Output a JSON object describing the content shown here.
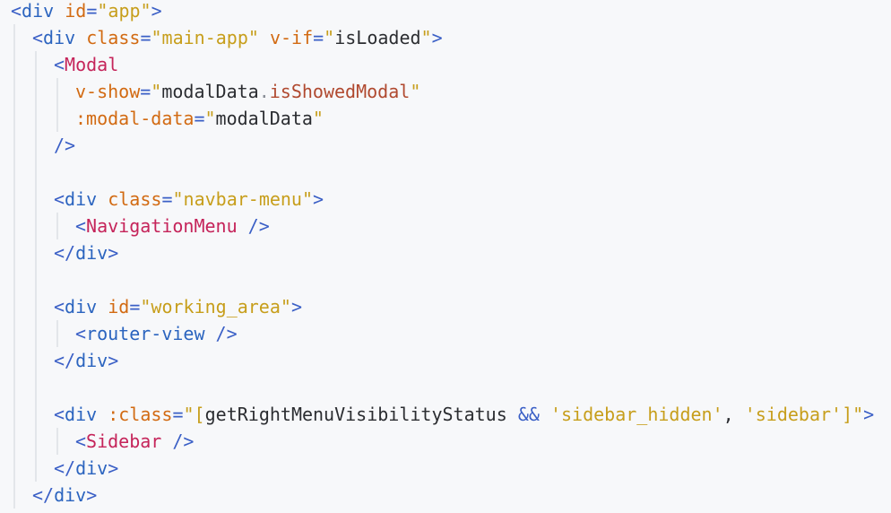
{
  "editor": {
    "language": "vue-template",
    "colors": {
      "background": "#f7f8fa",
      "indent_guide": "#e3e6ea",
      "punct": "#3a5fc6",
      "tag": "#2b64bf",
      "component": "#c5245a",
      "attribute": "#d26a12",
      "string": "#c79e1b",
      "identifier": "#2b2d31",
      "property": "#b0492f"
    },
    "lines": [
      {
        "indent": 0,
        "tokens": [
          {
            "t": "punct",
            "v": "<"
          },
          {
            "t": "tag",
            "v": "div"
          },
          {
            "t": "space",
            "v": " "
          },
          {
            "t": "attr",
            "v": "id"
          },
          {
            "t": "punct",
            "v": "="
          },
          {
            "t": "str",
            "v": "\"app\""
          },
          {
            "t": "punct",
            "v": ">"
          }
        ]
      },
      {
        "indent": 1,
        "tokens": [
          {
            "t": "punct",
            "v": "<"
          },
          {
            "t": "tag",
            "v": "div"
          },
          {
            "t": "space",
            "v": " "
          },
          {
            "t": "attr",
            "v": "class"
          },
          {
            "t": "punct",
            "v": "="
          },
          {
            "t": "str",
            "v": "\"main-app\""
          },
          {
            "t": "space",
            "v": " "
          },
          {
            "t": "attr",
            "v": "v-if"
          },
          {
            "t": "punct",
            "v": "="
          },
          {
            "t": "str",
            "v": "\""
          },
          {
            "t": "ident",
            "v": "isLoaded"
          },
          {
            "t": "str",
            "v": "\""
          },
          {
            "t": "punct",
            "v": ">"
          }
        ]
      },
      {
        "indent": 2,
        "tokens": [
          {
            "t": "punct",
            "v": "<"
          },
          {
            "t": "comp",
            "v": "Modal"
          }
        ]
      },
      {
        "indent": 3,
        "tokens": [
          {
            "t": "attr",
            "v": "v-show"
          },
          {
            "t": "punct",
            "v": "="
          },
          {
            "t": "str",
            "v": "\""
          },
          {
            "t": "ident",
            "v": "modalData"
          },
          {
            "t": "dot",
            "v": "."
          },
          {
            "t": "prop",
            "v": "isShowedModal"
          },
          {
            "t": "str",
            "v": "\""
          }
        ]
      },
      {
        "indent": 3,
        "tokens": [
          {
            "t": "attr",
            "v": ":modal-data"
          },
          {
            "t": "punct",
            "v": "="
          },
          {
            "t": "str",
            "v": "\""
          },
          {
            "t": "ident",
            "v": "modalData"
          },
          {
            "t": "str",
            "v": "\""
          }
        ]
      },
      {
        "indent": 2,
        "tokens": [
          {
            "t": "punct",
            "v": "/>"
          }
        ]
      },
      {
        "indent": 0,
        "tokens": []
      },
      {
        "indent": 2,
        "tokens": [
          {
            "t": "punct",
            "v": "<"
          },
          {
            "t": "tag",
            "v": "div"
          },
          {
            "t": "space",
            "v": " "
          },
          {
            "t": "attr",
            "v": "class"
          },
          {
            "t": "punct",
            "v": "="
          },
          {
            "t": "str",
            "v": "\"navbar-menu\""
          },
          {
            "t": "punct",
            "v": ">"
          }
        ]
      },
      {
        "indent": 3,
        "tokens": [
          {
            "t": "punct",
            "v": "<"
          },
          {
            "t": "comp",
            "v": "NavigationMenu"
          },
          {
            "t": "space",
            "v": " "
          },
          {
            "t": "punct",
            "v": "/>"
          }
        ]
      },
      {
        "indent": 2,
        "tokens": [
          {
            "t": "punct",
            "v": "</"
          },
          {
            "t": "tag",
            "v": "div"
          },
          {
            "t": "punct",
            "v": ">"
          }
        ]
      },
      {
        "indent": 0,
        "tokens": []
      },
      {
        "indent": 2,
        "tokens": [
          {
            "t": "punct",
            "v": "<"
          },
          {
            "t": "tag",
            "v": "div"
          },
          {
            "t": "space",
            "v": " "
          },
          {
            "t": "attr",
            "v": "id"
          },
          {
            "t": "punct",
            "v": "="
          },
          {
            "t": "str",
            "v": "\"working_area\""
          },
          {
            "t": "punct",
            "v": ">"
          }
        ]
      },
      {
        "indent": 3,
        "tokens": [
          {
            "t": "punct",
            "v": "<"
          },
          {
            "t": "tag",
            "v": "router-view"
          },
          {
            "t": "space",
            "v": " "
          },
          {
            "t": "punct",
            "v": "/>"
          }
        ]
      },
      {
        "indent": 2,
        "tokens": [
          {
            "t": "punct",
            "v": "</"
          },
          {
            "t": "tag",
            "v": "div"
          },
          {
            "t": "punct",
            "v": ">"
          }
        ]
      },
      {
        "indent": 0,
        "tokens": []
      },
      {
        "indent": 2,
        "tokens": [
          {
            "t": "punct",
            "v": "<"
          },
          {
            "t": "tag",
            "v": "div"
          },
          {
            "t": "space",
            "v": " "
          },
          {
            "t": "attr",
            "v": ":class"
          },
          {
            "t": "punct",
            "v": "="
          },
          {
            "t": "str",
            "v": "\"["
          },
          {
            "t": "ident",
            "v": "getRightMenuVisibilityStatus"
          },
          {
            "t": "space",
            "v": " "
          },
          {
            "t": "op",
            "v": "&&"
          },
          {
            "t": "space",
            "v": " "
          },
          {
            "t": "strvar",
            "v": "'sidebar_hidden'"
          },
          {
            "t": "ident",
            "v": ", "
          },
          {
            "t": "strvar",
            "v": "'sidebar'"
          },
          {
            "t": "str",
            "v": "]\""
          },
          {
            "t": "punct",
            "v": ">"
          }
        ]
      },
      {
        "indent": 3,
        "tokens": [
          {
            "t": "punct",
            "v": "<"
          },
          {
            "t": "comp",
            "v": "Sidebar"
          },
          {
            "t": "space",
            "v": " "
          },
          {
            "t": "punct",
            "v": "/>"
          }
        ]
      },
      {
        "indent": 2,
        "tokens": [
          {
            "t": "punct",
            "v": "</"
          },
          {
            "t": "tag",
            "v": "div"
          },
          {
            "t": "punct",
            "v": ">"
          }
        ]
      },
      {
        "indent": 1,
        "tokens": [
          {
            "t": "punct",
            "v": "</"
          },
          {
            "t": "tag",
            "v": "div"
          },
          {
            "t": "punct",
            "v": ">"
          }
        ]
      }
    ]
  }
}
